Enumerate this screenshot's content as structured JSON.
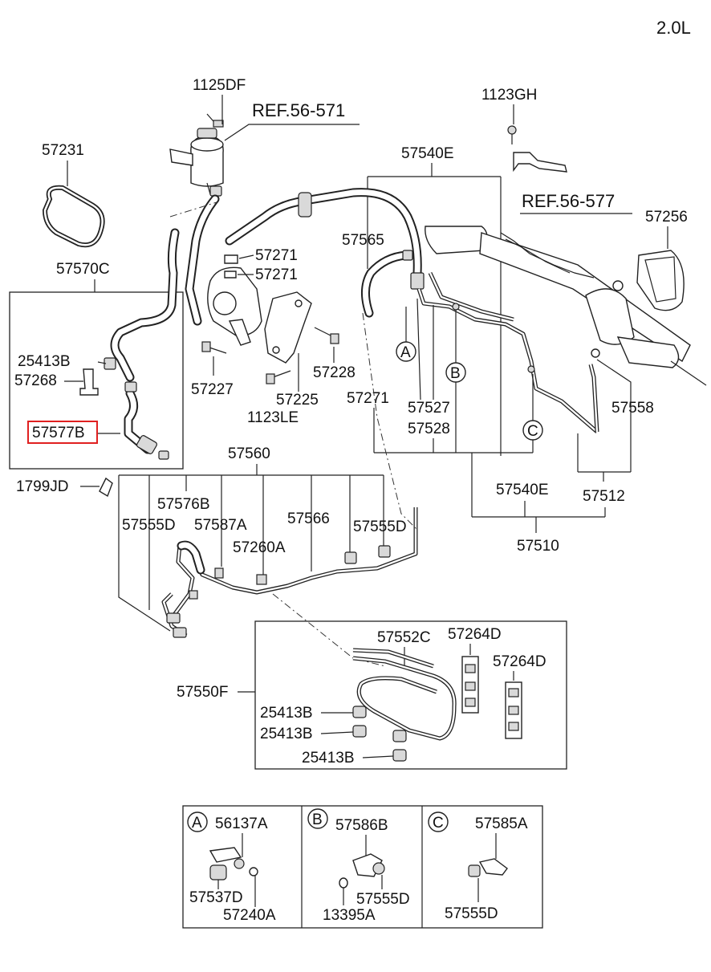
{
  "engine": "2.0L",
  "labels": {
    "p1125DF": "1125DF",
    "ref56571": "REF.56-571",
    "p57231": "57231",
    "p1123GH": "1123GH",
    "p57540E_top": "57540E",
    "ref56577": "REF.56-577",
    "p57256": "57256",
    "p57565": "57565",
    "p57570C": "57570C",
    "p57271_a": "57271",
    "p57271_b": "57271",
    "p25413B_l": "25413B",
    "p57268": "57268",
    "p57227": "57227",
    "p57228": "57228",
    "p57225": "57225",
    "p1123LE": "1123LE",
    "p57271_c": "57271",
    "p57527": "57527",
    "p57528": "57528",
    "p57558": "57558",
    "p57577B": "57577B",
    "p57560": "57560",
    "p1799JD": "1799JD",
    "p57576B": "57576B",
    "p57540E_mid": "57540E",
    "p57512": "57512",
    "p57555D_l": "57555D",
    "p57587A": "57587A",
    "p57566": "57566",
    "p57555D_r": "57555D",
    "p57510": "57510",
    "p57260A": "57260A",
    "p57552C": "57552C",
    "p57264D_a": "57264D",
    "p57264D_b": "57264D",
    "p57550F": "57550F",
    "p25413B_1": "25413B",
    "p25413B_2": "25413B",
    "p25413B_3": "25413B"
  },
  "callouts": {
    "A": "A",
    "B": "B",
    "C": "C"
  },
  "detail_panels": [
    {
      "letter": "A",
      "labels": [
        "56137A",
        "57537D",
        "57240A"
      ]
    },
    {
      "letter": "B",
      "labels": [
        "57586B",
        "13395A",
        "57555D"
      ]
    },
    {
      "letter": "C",
      "labels": [
        "57585A",
        "57555D"
      ]
    }
  ],
  "highlight_part": "57577B"
}
